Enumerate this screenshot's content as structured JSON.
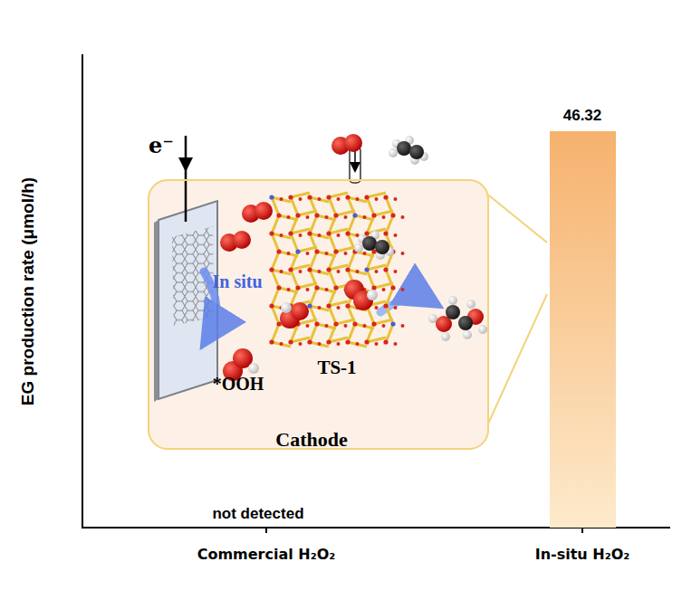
{
  "diagram": {
    "nodes": [
      {
        "text": [
          "Cathode"
        ]
      }
    ],
    "labels": [
      "EG production rate (μmol/h)",
      "46.32",
      "not detected",
      "Commercial H₂O₂",
      "In-situ H₂O₂",
      "e⁻",
      "In situ",
      "*OOH",
      "TS-1"
    ]
  }
}
